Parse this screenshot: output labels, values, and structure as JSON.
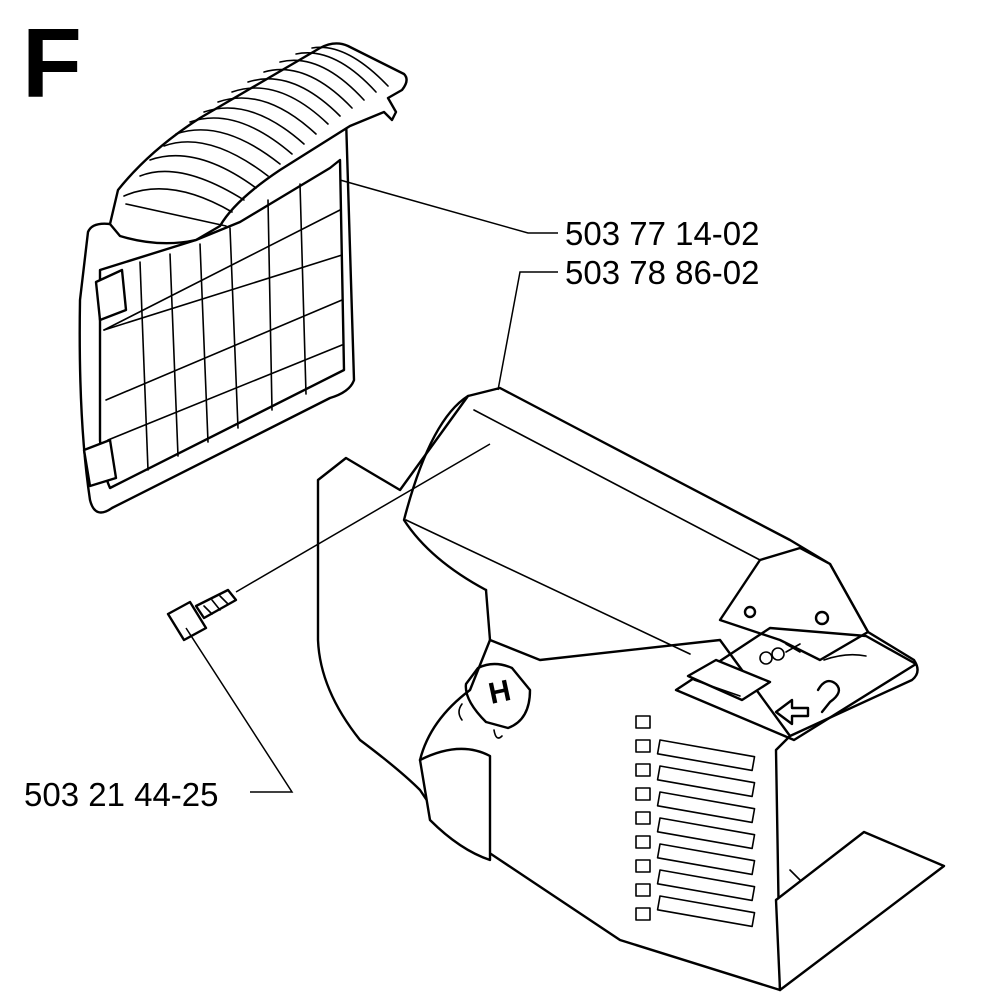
{
  "section": {
    "letter": "F"
  },
  "parts": [
    {
      "number": "503 77 14-02"
    },
    {
      "number": "503 78 86-02"
    },
    {
      "number": "503 21 44-25"
    }
  ],
  "logo": {
    "letter": "H"
  },
  "colors": {
    "ink": "#000000",
    "paper": "#ffffff"
  }
}
